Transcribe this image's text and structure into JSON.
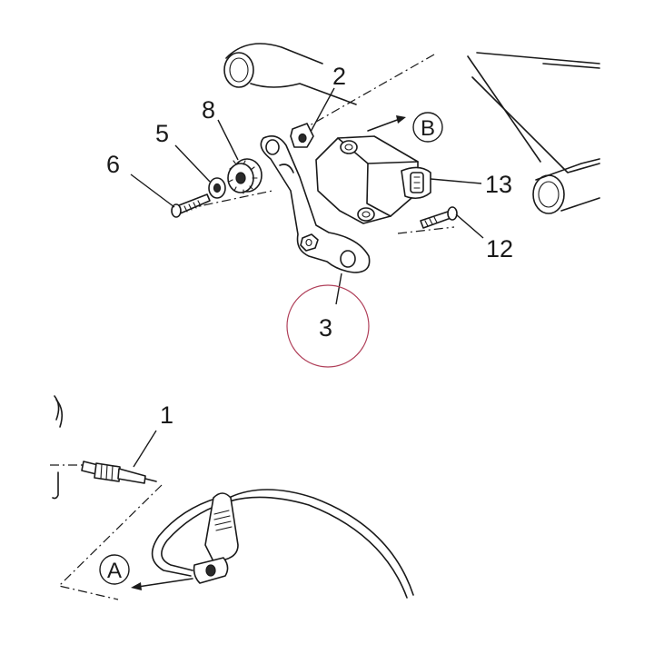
{
  "callouts": {
    "part_1": "1",
    "part_2": "2",
    "part_3": "3",
    "part_5": "5",
    "part_6": "6",
    "part_8": "8",
    "part_12": "12",
    "part_13": "13"
  },
  "references": {
    "ref_a": "A",
    "ref_b": "B"
  },
  "colors": {
    "line": "#1a1a1a",
    "highlight_circle": "#b0405a"
  }
}
